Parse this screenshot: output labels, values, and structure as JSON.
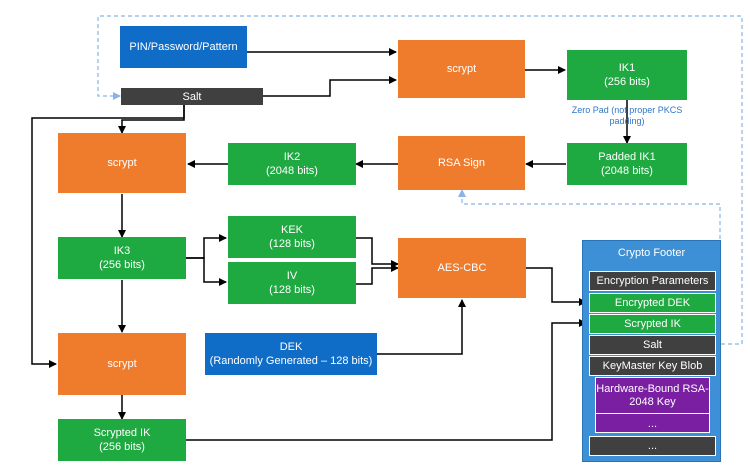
{
  "nodes": {
    "pin": "PIN/Password/Pattern",
    "salt_top": "Salt",
    "scrypt_top": "scrypt",
    "ik1": "IK1\n(256 bits)",
    "zero_pad": "Zero Pad\n(not proper PKCS padding)",
    "padded_ik1": "Padded IK1\n(2048 bits)",
    "rsa_sign": "RSA Sign",
    "ik2": "IK2\n(2048 bits)",
    "scrypt_mid": "scrypt",
    "ik3": "IK3\n(256 bits)",
    "kek": "KEK\n(128 bits)",
    "iv": "IV\n(128 bits)",
    "aes_cbc": "AES-CBC",
    "dek": "DEK\n(Randomly Generated – 128 bits)",
    "scrypt_bottom": "scrypt",
    "scrypted_ik": "Scrypted IK\n(256 bits)"
  },
  "crypto_footer": {
    "title": "Crypto Footer",
    "rows": [
      "Encryption Parameters",
      "Encrypted DEK",
      "Scrypted IK",
      "Salt",
      "KeyMaster Key Blob"
    ],
    "inner_rows": [
      "Hardware-Bound RSA-2048 Key",
      "..."
    ],
    "last_row": "..."
  },
  "colors": {
    "blue": "#0f6cc7",
    "orange": "#ef7b2d",
    "green": "#1ea941",
    "dark_gray": "#404040",
    "purple": "#7a1fa2",
    "footer_blue": "#3d8fd6"
  }
}
